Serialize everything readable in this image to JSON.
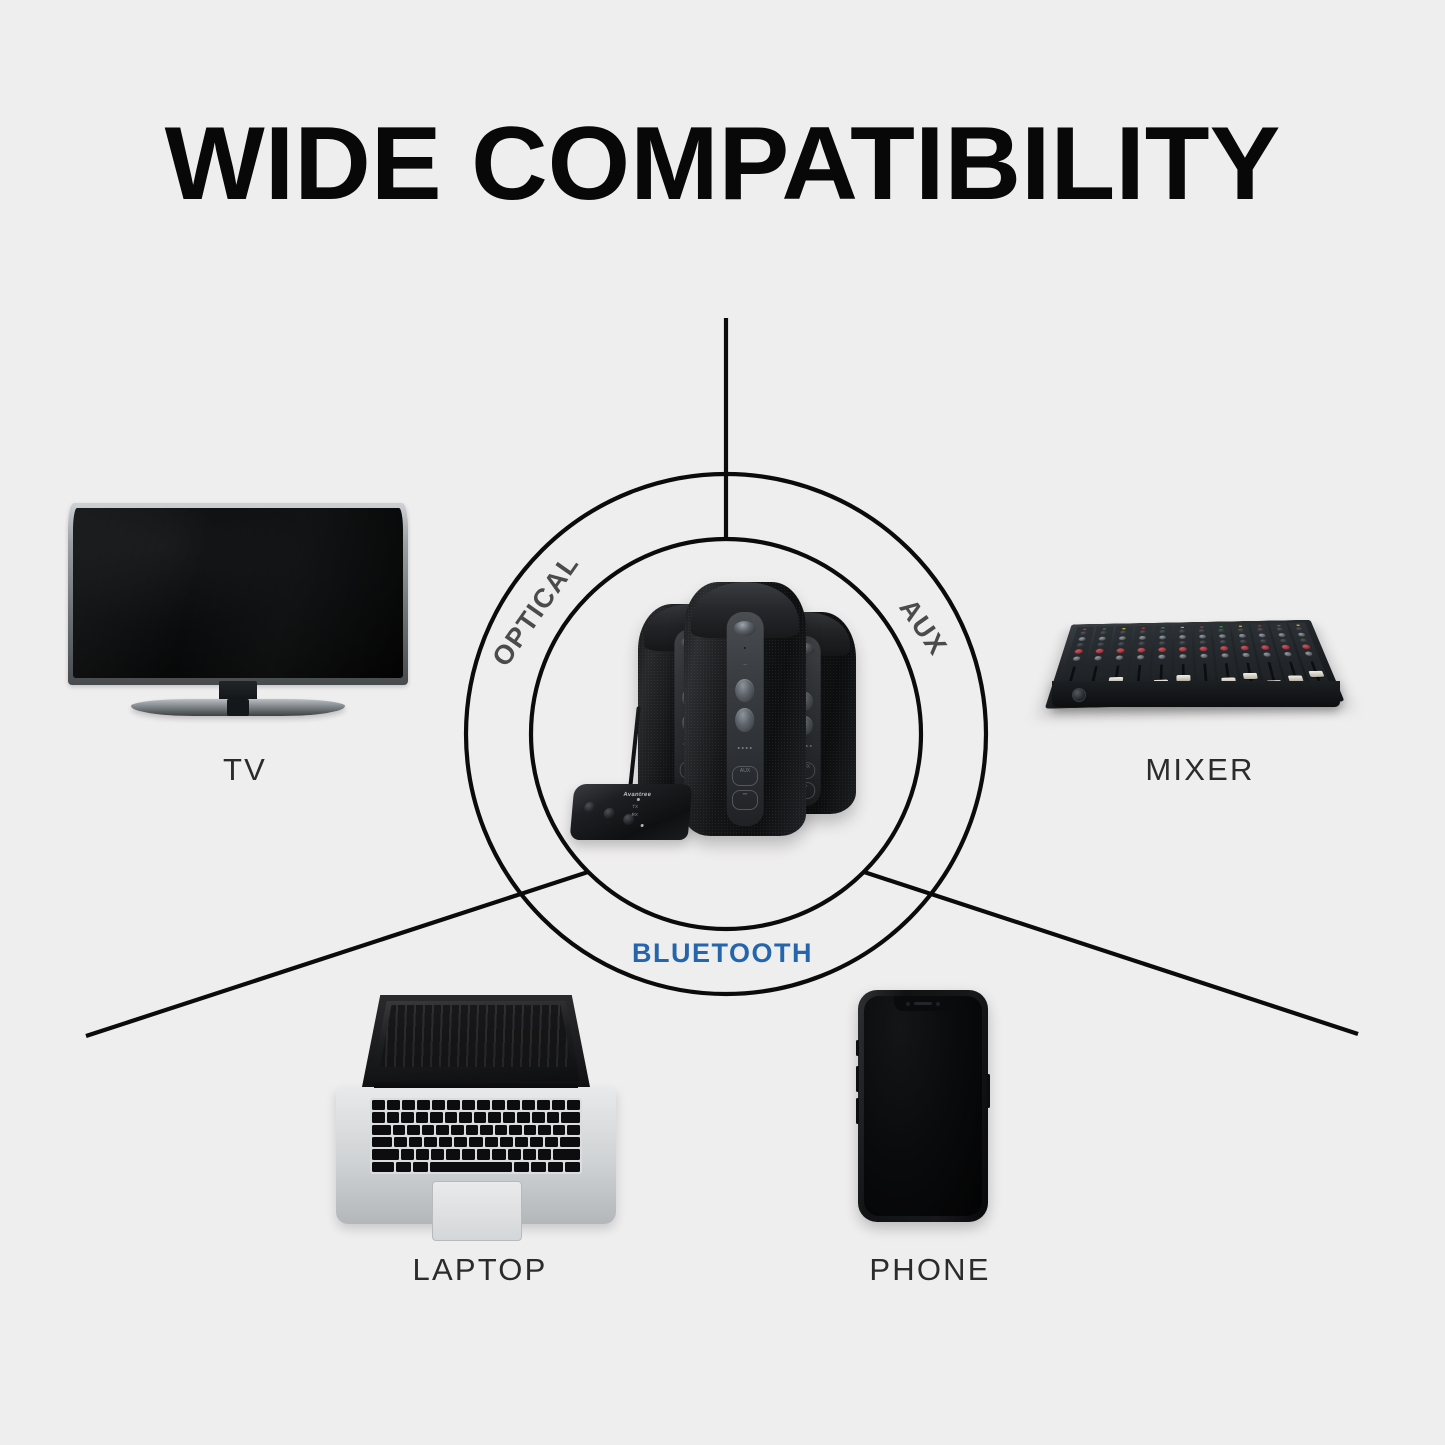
{
  "page": {
    "title": "WIDE COMPATIBILITY",
    "background_color": "#efeeee"
  },
  "diagram": {
    "center_label": "",
    "rings": [
      {
        "name": "inner-ring",
        "radius": 195
      },
      {
        "name": "outer-ring",
        "radius": 260
      }
    ],
    "connection_labels": [
      {
        "id": "optical",
        "text": "OPTICAL",
        "color": "#4b4b4b",
        "rotation_deg": -55
      },
      {
        "id": "aux",
        "text": "AUX",
        "color": "#4b4b4b",
        "rotation_deg": 55
      },
      {
        "id": "bluetooth",
        "text": "BLUETOOTH",
        "color": "#2565ac",
        "rotation_deg": 0
      }
    ],
    "line_color": "#0b0b0b"
  },
  "devices": [
    {
      "id": "tv",
      "caption": "TV",
      "icon": "television-icon"
    },
    {
      "id": "mixer",
      "caption": "MIXER",
      "icon": "audio-mixer-icon"
    },
    {
      "id": "laptop",
      "caption": "LAPTOP",
      "icon": "laptop-icon"
    },
    {
      "id": "phone",
      "caption": "PHONE",
      "icon": "smartphone-icon"
    }
  ],
  "center_product": {
    "speakers_icon": "bluetooth-speaker-icon",
    "transmitter_icon": "bluetooth-transmitter-icon",
    "transmitter_brand": "Avantree",
    "speaker_port_aux": "AUX",
    "speaker_port_usb": "USB"
  }
}
